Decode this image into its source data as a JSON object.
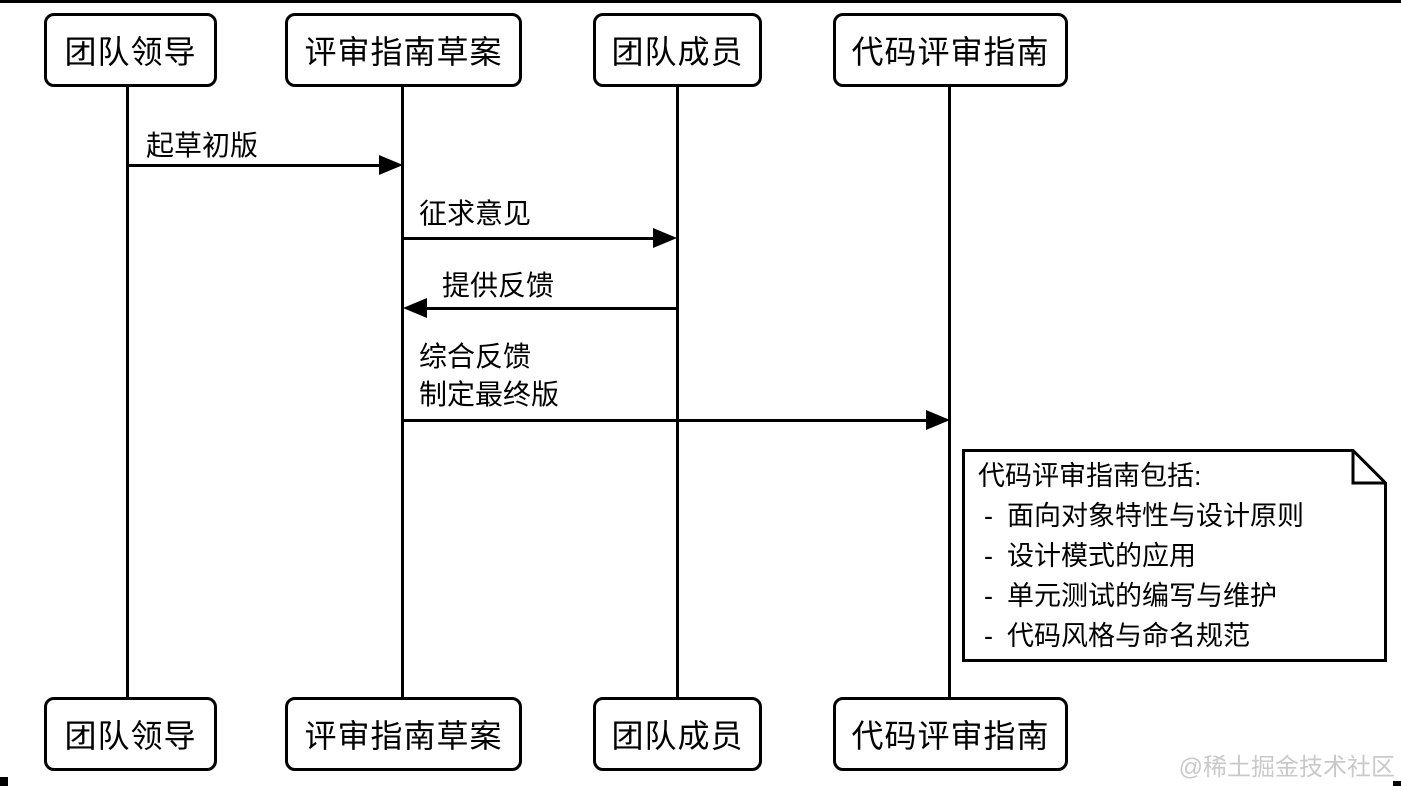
{
  "diagram": {
    "type": "sequence",
    "participants": [
      {
        "name": "团队领导"
      },
      {
        "name": "评审指南草案"
      },
      {
        "name": "团队成员"
      },
      {
        "name": "代码评审指南"
      }
    ],
    "messages": [
      {
        "from": "团队领导",
        "to": "评审指南草案",
        "label": "起草初版",
        "direction": "right"
      },
      {
        "from": "评审指南草案",
        "to": "团队成员",
        "label": "征求意见",
        "direction": "right"
      },
      {
        "from": "团队成员",
        "to": "评审指南草案",
        "label": "提供反馈",
        "direction": "left"
      },
      {
        "from": "评审指南草案",
        "to": "代码评审指南",
        "label_line1": "综合反馈",
        "label_line2": "制定最终版",
        "direction": "right"
      }
    ],
    "note": {
      "attached_to": "代码评审指南",
      "title": "代码评审指南包括:",
      "bullet": "-",
      "items": [
        "面向对象特性与设计原则",
        "设计模式的应用",
        "单元测试的编写与维护",
        "代码风格与命名规范"
      ]
    }
  },
  "watermark": "@稀土掘金技术社区",
  "colors": {
    "line": "#000000",
    "background": "#ffffff",
    "watermark": "#c9c9c9"
  }
}
